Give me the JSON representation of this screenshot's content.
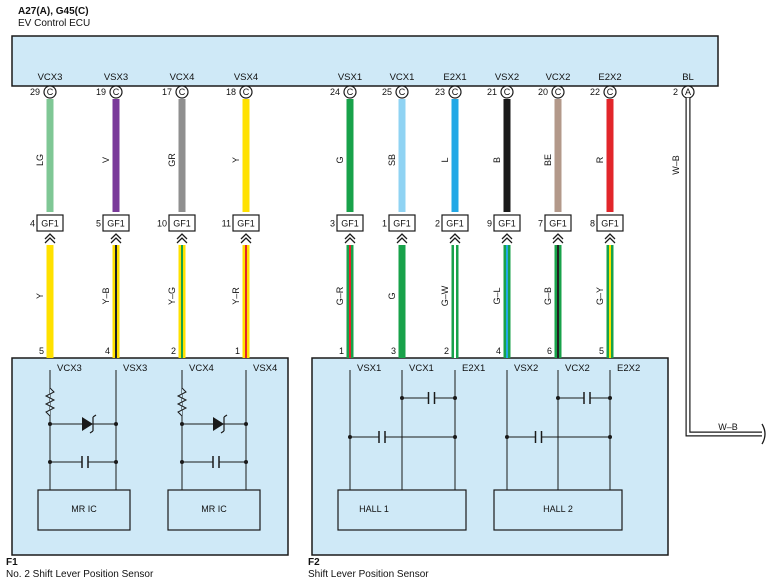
{
  "header": {
    "connector_ids": "A27(A), G45(C)",
    "ecu_name": "EV Control ECU"
  },
  "footer": {
    "f1_id": "F1",
    "f1_name": "No.  2 Shift Lever Position Sensor",
    "f2_id": "F2",
    "f2_name": "Shift Lever Position Sensor"
  },
  "colors": {
    "ecu_fill": "#cfe9f7",
    "sensor_fill": "#cfe9f7",
    "outline": "#1a1a1a"
  },
  "circuits": [
    {
      "signal": "VCX3",
      "ecu_pin": "29",
      "conn": "C",
      "wire_upper": "LG",
      "upper_color": "#7fc795",
      "gf_pin": "4",
      "gf": "GF1",
      "wire_lower": "Y",
      "lower_main": "#ffe100",
      "lower_stripe": "",
      "sensor_pin": "5",
      "sensor_term": "VCX3"
    },
    {
      "signal": "VSX3",
      "ecu_pin": "19",
      "conn": "C",
      "wire_upper": "V",
      "upper_color": "#7a3a9a",
      "gf_pin": "5",
      "gf": "GF1",
      "wire_lower": "Y–B",
      "lower_main": "#ffe100",
      "lower_stripe": "#222222",
      "sensor_pin": "4",
      "sensor_term": "VSX3"
    },
    {
      "signal": "VCX4",
      "ecu_pin": "17",
      "conn": "C",
      "wire_upper": "GR",
      "upper_color": "#8f8f8f",
      "gf_pin": "10",
      "gf": "GF1",
      "wire_lower": "Y–G",
      "lower_main": "#ffe100",
      "lower_stripe": "#18a24a",
      "sensor_pin": "2",
      "sensor_term": "VCX4"
    },
    {
      "signal": "VSX4",
      "ecu_pin": "18",
      "conn": "C",
      "wire_upper": "Y",
      "upper_color": "#ffe100",
      "gf_pin": "11",
      "gf": "GF1",
      "wire_lower": "Y–R",
      "lower_main": "#ffe100",
      "lower_stripe": "#e2262b",
      "sensor_pin": "1",
      "sensor_term": "VSX4"
    },
    {
      "signal": "VSX1",
      "ecu_pin": "24",
      "conn": "C",
      "wire_upper": "G",
      "upper_color": "#18a24a",
      "gf_pin": "3",
      "gf": "GF1",
      "wire_lower": "G–R",
      "lower_main": "#18a24a",
      "lower_stripe": "#e2262b",
      "sensor_pin": "1",
      "sensor_term": "VSX1"
    },
    {
      "signal": "VCX1",
      "ecu_pin": "25",
      "conn": "C",
      "wire_upper": "SB",
      "upper_color": "#8fd3f3",
      "gf_pin": "1",
      "gf": "GF1",
      "wire_lower": "G",
      "lower_main": "#18a24a",
      "lower_stripe": "",
      "sensor_pin": "3",
      "sensor_term": "VCX1"
    },
    {
      "signal": "E2X1",
      "ecu_pin": "23",
      "conn": "C",
      "wire_upper": "L",
      "upper_color": "#22a8e6",
      "gf_pin": "2",
      "gf": "GF1",
      "wire_lower": "G–W",
      "lower_main": "#18a24a",
      "lower_stripe": "#ffffff",
      "sensor_pin": "2",
      "sensor_term": "E2X1"
    },
    {
      "signal": "VSX2",
      "ecu_pin": "21",
      "conn": "C",
      "wire_upper": "B",
      "upper_color": "#1a1a1a",
      "gf_pin": "9",
      "gf": "GF1",
      "wire_lower": "G–L",
      "lower_main": "#18a24a",
      "lower_stripe": "#22a8e6",
      "sensor_pin": "4",
      "sensor_term": "VSX2"
    },
    {
      "signal": "VCX2",
      "ecu_pin": "20",
      "conn": "C",
      "wire_upper": "BE",
      "upper_color": "#b3998a",
      "gf_pin": "7",
      "gf": "GF1",
      "wire_lower": "G–B",
      "lower_main": "#18a24a",
      "lower_stripe": "#222222",
      "sensor_pin": "6",
      "sensor_term": "VCX2"
    },
    {
      "signal": "E2X2",
      "ecu_pin": "22",
      "conn": "C",
      "wire_upper": "R",
      "upper_color": "#e2262b",
      "gf_pin": "8",
      "gf": "GF1",
      "wire_lower": "G–Y",
      "lower_main": "#18a24a",
      "lower_stripe": "#ffe100",
      "sensor_pin": "5",
      "sensor_term": "E2X2"
    }
  ],
  "bl": {
    "signal": "BL",
    "ecu_pin": "2",
    "conn": "A",
    "wire": "W–B",
    "wire_right": "W–B"
  },
  "components": {
    "mr_ic_1": "MR IC",
    "mr_ic_2": "MR IC",
    "hall_1": "HALL 1",
    "hall_2": "HALL 2"
  }
}
